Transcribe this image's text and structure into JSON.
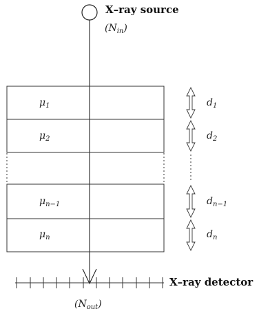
{
  "source": {
    "label": "X–ray source",
    "n_symbol": "N",
    "n_sub": "in"
  },
  "detector": {
    "label": "X–ray detector",
    "n_symbol": "N",
    "n_sub": "out"
  },
  "layers": [
    {
      "mu_symbol": "μ",
      "mu_sub": "1",
      "d_symbol": "d",
      "d_sub": "1"
    },
    {
      "mu_symbol": "μ",
      "mu_sub": "2",
      "d_symbol": "d",
      "d_sub": "2"
    },
    {
      "mu_symbol": "μ",
      "mu_sub": "n−1",
      "d_symbol": "d",
      "d_sub": "n−1"
    },
    {
      "mu_symbol": "μ",
      "mu_sub": "n",
      "d_symbol": "d",
      "d_sub": "n"
    }
  ]
}
